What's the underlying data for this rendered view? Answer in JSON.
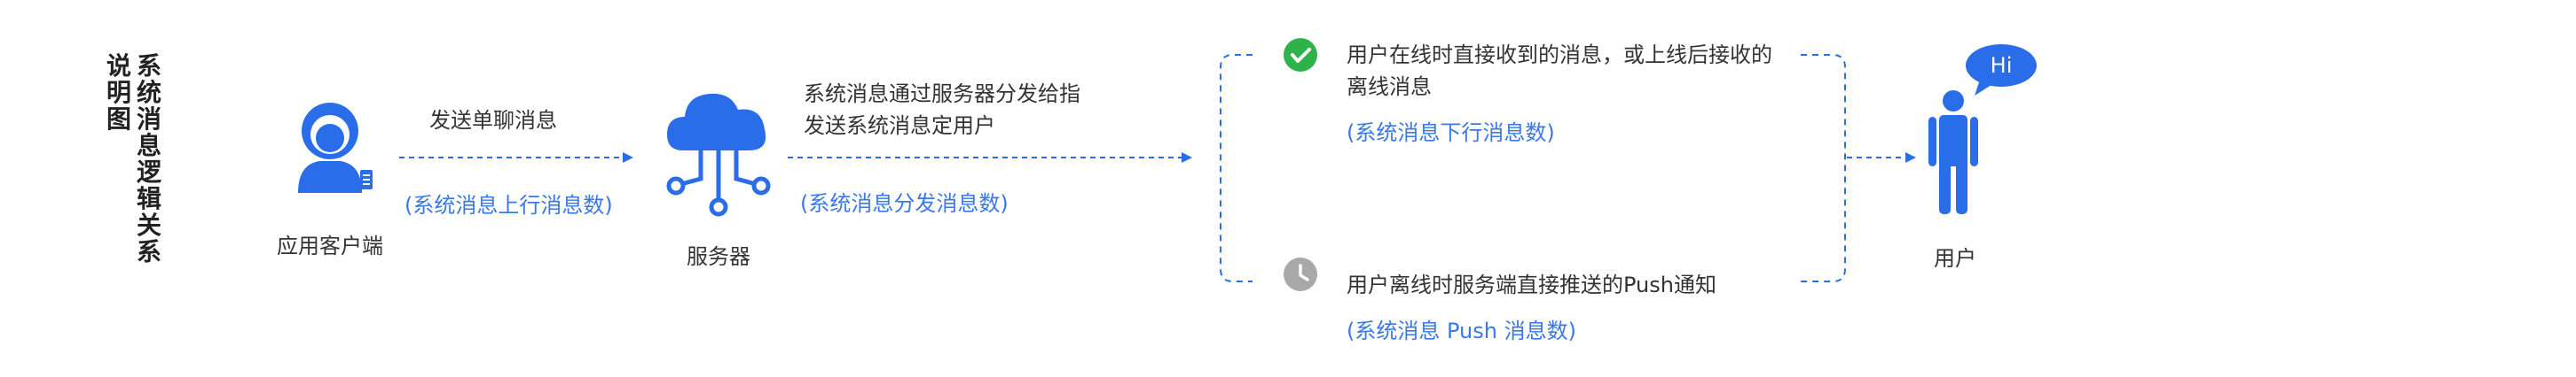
{
  "title": {
    "col1": "说明图",
    "col2": "系统消息逻辑关系"
  },
  "nodes": {
    "client": {
      "label": "应用客户端",
      "icon": "user-headset-icon"
    },
    "server": {
      "label": "服务器",
      "icon": "cloud-server-icon"
    },
    "user": {
      "label": "用户",
      "icon": "person-icon",
      "bubble": "Hi"
    }
  },
  "edges": {
    "client_to_server": {
      "label": "发送单聊消息",
      "metric": "(系统消息上行消息数)"
    },
    "server_to_user": {
      "label_line1": "系统消息通过服务器分发给指",
      "label_line2": "发送系统消息定用户",
      "metric": "(系统消息分发消息数)"
    }
  },
  "branches": {
    "online": {
      "icon": "check-circle-icon",
      "text_line1": "用户在线时直接收到的消息，或上线后接收的",
      "text_line2": "离线消息",
      "metric": "(系统消息下行消息数)"
    },
    "offline": {
      "icon": "clock-icon",
      "text": "用户离线时服务端直接推送的Push通知",
      "metric": "(系统消息 Push 消息数)"
    }
  },
  "colors": {
    "primary": "#2a6de8",
    "accent_blue_text": "#3a78e6",
    "check_green": "#2fb24a",
    "clock_gray": "#a8a8a8",
    "text": "#333333"
  }
}
